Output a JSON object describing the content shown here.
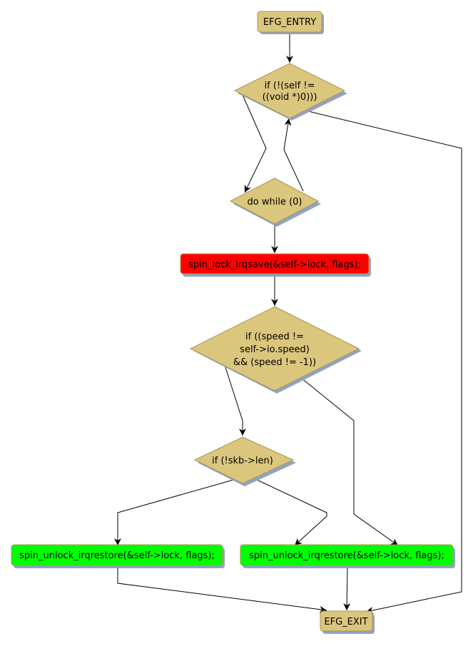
{
  "diagram": {
    "colors": {
      "decision": "#dbc67e",
      "decision_border": "#a89650",
      "shadow": "#8fa3c4",
      "lock": "#ff0000",
      "unlock": "#00ff00",
      "edge": "#000000"
    },
    "nodes": {
      "entry": {
        "label": "EFG_ENTRY"
      },
      "check_self": {
        "lines": [
          "if (!(self !=",
          "((void *)0)))"
        ]
      },
      "do_while": {
        "label": "do while (0)"
      },
      "lock": {
        "label": "spin_lock_irqsave(&self->lock, flags);"
      },
      "check_speed": {
        "lines": [
          "if ((speed !=",
          "self->io.speed)",
          "&& (speed != -1))"
        ]
      },
      "check_len": {
        "label": "if (!skb->len)"
      },
      "unlock_left": {
        "label": "spin_unlock_irqrestore(&self->lock, flags);"
      },
      "unlock_right": {
        "label": "spin_unlock_irqrestore(&self->lock, flags);"
      },
      "exit": {
        "label": "EFG_EXIT"
      }
    },
    "edges": [
      {
        "from": "entry",
        "to": "check_self"
      },
      {
        "from": "check_self",
        "to": "do_while"
      },
      {
        "from": "do_while",
        "to": "check_self"
      },
      {
        "from": "check_self",
        "to": "exit"
      },
      {
        "from": "do_while",
        "to": "lock"
      },
      {
        "from": "lock",
        "to": "check_speed"
      },
      {
        "from": "check_speed",
        "to": "check_len"
      },
      {
        "from": "check_speed",
        "to": "unlock_right"
      },
      {
        "from": "check_len",
        "to": "unlock_left"
      },
      {
        "from": "check_len",
        "to": "unlock_right"
      },
      {
        "from": "unlock_left",
        "to": "exit"
      },
      {
        "from": "unlock_right",
        "to": "exit"
      }
    ]
  }
}
